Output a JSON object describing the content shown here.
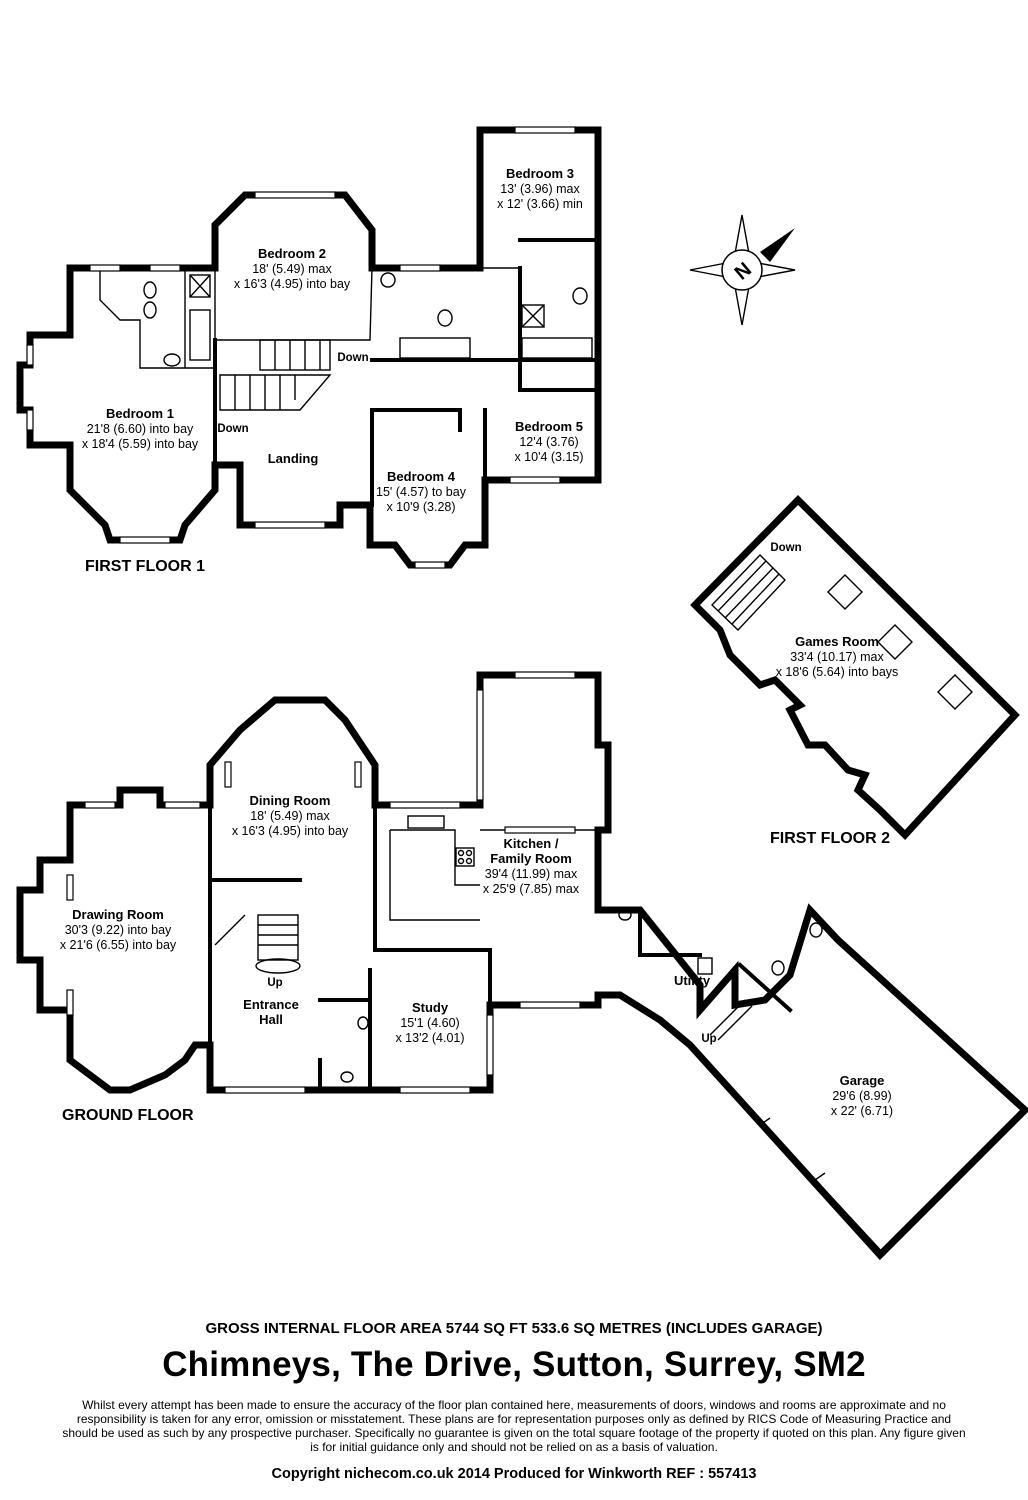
{
  "floors": {
    "first_floor_1": "FIRST FLOOR 1",
    "first_floor_2": "FIRST FLOOR 2",
    "ground_floor": "GROUND FLOOR"
  },
  "rooms": {
    "bedroom1": {
      "name": "Bedroom 1",
      "dim1": "21'8 (6.60) into bay",
      "dim2": "x 18'4 (5.59) into bay"
    },
    "bedroom2": {
      "name": "Bedroom 2",
      "dim1": "18' (5.49) max",
      "dim2": "x 16'3 (4.95) into bay"
    },
    "bedroom3": {
      "name": "Bedroom 3",
      "dim1": "13' (3.96) max",
      "dim2": "x 12' (3.66) min"
    },
    "bedroom4": {
      "name": "Bedroom 4",
      "dim1": "15' (4.57) to bay",
      "dim2": "x 10'9 (3.28)"
    },
    "bedroom5": {
      "name": "Bedroom 5",
      "dim1": "12'4 (3.76)",
      "dim2": "x 10'4 (3.15)"
    },
    "landing": {
      "name": "Landing"
    },
    "games_room": {
      "name": "Games Room",
      "dim1": "33'4 (10.17) max",
      "dim2": "x 18'6 (5.64) into bays"
    },
    "dining_room": {
      "name": "Dining Room",
      "dim1": "18' (5.49) max",
      "dim2": "x 16'3 (4.95) into bay"
    },
    "drawing_room": {
      "name": "Drawing Room",
      "dim1": "30'3 (9.22) into bay",
      "dim2": "x 21'6 (6.55) into bay"
    },
    "kitchen": {
      "name1": "Kitchen /",
      "name2": "Family Room",
      "dim1": "39'4 (11.99) max",
      "dim2": "x 25'9 (7.85) max"
    },
    "entrance_hall": {
      "name1": "Entrance",
      "name2": "Hall"
    },
    "study": {
      "name": "Study",
      "dim1": "15'1 (4.60)",
      "dim2": "x 13'2 (4.01)"
    },
    "utility": {
      "name": "Utility"
    },
    "garage": {
      "name": "Garage",
      "dim1": "29'6 (8.99)",
      "dim2": "x 22' (6.71)"
    }
  },
  "stairs": {
    "down": "Down",
    "up": "Up"
  },
  "compass": {
    "letter": "N"
  },
  "footer": {
    "area": "GROSS INTERNAL FLOOR AREA 5744 SQ FT 533.6 SQ METRES (INCLUDES GARAGE)",
    "address": "Chimneys, The Drive, Sutton, Surrey, SM2",
    "disclaimer": "Whilst every attempt has been made to ensure the accuracy of the floor plan contained here, measurements of doors, windows and rooms are approximate and no responsibility is taken for any error, omission or misstatement. These plans are for representation purposes only as defined by RICS Code of Measuring Practice and should be used as such by any prospective purchaser.  Specifically no guarantee is given on the total square footage of the property if quoted on this plan. Any figure given is for initial guidance only and should not be relied on as a basis of valuation.",
    "copyright": "Copyright nichecom.co.uk 2014     Produced for Winkworth     REF : 557413"
  }
}
